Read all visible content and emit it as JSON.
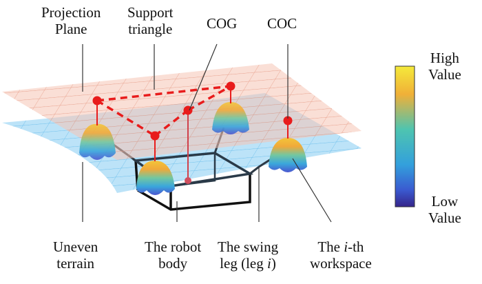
{
  "labels": {
    "projection_plane": [
      "Projection",
      "Plane"
    ],
    "support_triangle": [
      "Support",
      "triangle"
    ],
    "cog": "COG",
    "coc": "COC",
    "uneven_terrain": [
      "Uneven",
      "terrain"
    ],
    "robot_body": [
      "The robot",
      "body"
    ],
    "swing_leg": [
      "The swing",
      "leg (leg ",
      "i",
      ")"
    ],
    "workspace": [
      "The ",
      "i",
      "-th",
      "workspace"
    ]
  },
  "colorbar": {
    "high": [
      "High",
      "Value"
    ],
    "low": [
      "Low",
      "Value"
    ],
    "colors": [
      "#f5e43a",
      "#f0a535",
      "#5fc9a8",
      "#36a3d9",
      "#3a5bd6",
      "#3a2b8f"
    ]
  },
  "colors": {
    "projection_plane": "#f7c8b8",
    "terrain": "#a9dcf5",
    "points": "#e81c1c",
    "body": "#111111"
  }
}
